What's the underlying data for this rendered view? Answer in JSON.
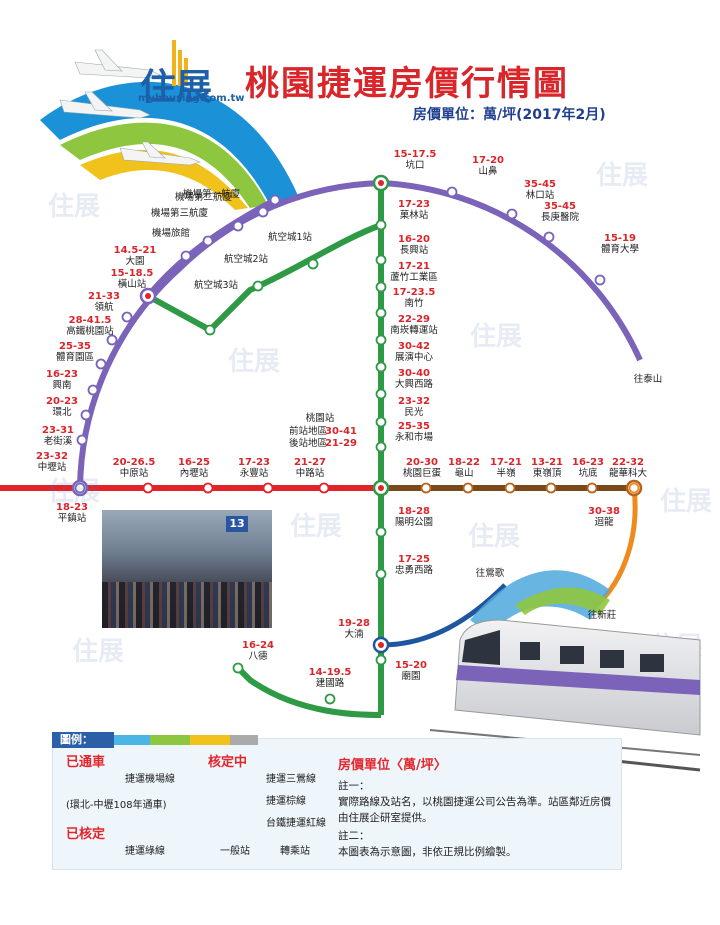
{
  "brand": {
    "name": "住展",
    "url": "myhousing.com.tw"
  },
  "title": "桃園捷運房價行情圖",
  "subtitle": "房價單位：萬/坪(2017年2月)",
  "watermark": "住展",
  "colors": {
    "airport_line": "#7a63b8",
    "green_line": "#2e9a45",
    "sanying_line": "#1f56a0",
    "brown_line": "#b5641e",
    "red_line": "#e0242a",
    "orange_line": "#f08a1e"
  },
  "airport_stations": [
    {
      "name": "機場第一航廈",
      "price": ""
    },
    {
      "name": "機場第二航廈",
      "price": ""
    },
    {
      "name": "機場第三航廈",
      "price": ""
    },
    {
      "name": "機場旅館",
      "price": ""
    },
    {
      "name": "大園",
      "price": "14.5-21"
    },
    {
      "name": "橫山站",
      "price": "15-18.5"
    },
    {
      "name": "領航",
      "price": "21-33"
    },
    {
      "name": "高鐵桃園站",
      "price": "28-41.5"
    },
    {
      "name": "體育園區",
      "price": "25-35"
    },
    {
      "name": "興南",
      "price": "16-23"
    },
    {
      "name": "環北",
      "price": "20-23"
    },
    {
      "name": "老街溪",
      "price": "23-31"
    },
    {
      "name": "中壢站",
      "price": "23-32"
    }
  ],
  "pingzhen": {
    "name": "平鎮站",
    "price": "18-23"
  },
  "upper_stations": [
    {
      "name": "坑口",
      "price": "15-17.5"
    },
    {
      "name": "山鼻",
      "price": "17-20"
    },
    {
      "name": "林口站",
      "price": "35-45"
    },
    {
      "name": "長庚醫院",
      "price": "35-45"
    },
    {
      "name": "體育大學",
      "price": "15-19"
    }
  ],
  "taishan": "往泰山",
  "green_left": [
    {
      "name": "航空城1站",
      "price": ""
    },
    {
      "name": "航空城2站",
      "price": ""
    },
    {
      "name": "航空城3站",
      "price": ""
    }
  ],
  "green_stations": [
    {
      "name": "菓林站",
      "price": "17-23"
    },
    {
      "name": "長興站",
      "price": "16-20"
    },
    {
      "name": "蘆竹工業區",
      "price": "17-21"
    },
    {
      "name": "南竹",
      "price": "17-23.5"
    },
    {
      "name": "南崁轉運站",
      "price": "22-29"
    },
    {
      "name": "展演中心",
      "price": "30-42"
    },
    {
      "name": "大興西路",
      "price": "30-40"
    },
    {
      "name": "民光",
      "price": "23-32"
    },
    {
      "name": "永和市場",
      "price": "25-35"
    }
  ],
  "taoyuan_station": {
    "name": "桃園站",
    "front": "前站地區",
    "front_price": "30-41",
    "back": "後站地區",
    "back_price": "21-29"
  },
  "green_south": [
    {
      "name": "陽明公園",
      "price": "18-28"
    },
    {
      "name": "忠勇西路",
      "price": "17-25"
    },
    {
      "name": "大湳",
      "price": "19-28"
    },
    {
      "name": "廟園",
      "price": "15-20"
    },
    {
      "name": "建國路",
      "price": "14-19.5"
    },
    {
      "name": "八德",
      "price": "16-24"
    }
  ],
  "red_stations": [
    {
      "name": "中原站",
      "price": "20-26.5"
    },
    {
      "name": "內壢站",
      "price": "16-25"
    },
    {
      "name": "永豐站",
      "price": "17-23"
    },
    {
      "name": "中路站",
      "price": "21-27"
    }
  ],
  "brown_stations": [
    {
      "name": "桃園巨蛋",
      "price": "20-30"
    },
    {
      "name": "龜山",
      "price": "18-22"
    },
    {
      "name": "半嶺",
      "price": "17-21"
    },
    {
      "name": "東嶺頂",
      "price": "13-21"
    },
    {
      "name": "坑底",
      "price": "16-23"
    },
    {
      "name": "龍華科大",
      "price": "22-32"
    }
  ],
  "orange_station": {
    "name": "迴龍",
    "price": "30-38"
  },
  "to_yingge": "往鶯歌",
  "to_xinzhuang": "往新莊",
  "photo_sign": "13",
  "legend": {
    "tab": "圖例：",
    "opened": "已通車",
    "airport_label": "捷運機場線",
    "airport_note": "(環北-中壢108年通車)",
    "approved": "已核定",
    "green_label": "捷運綠線",
    "pending": "核定中",
    "sanying_label": "捷運三鶯線",
    "brown_label": "捷運棕線",
    "red_label": "台鐵捷運紅線",
    "normal_station": "一般站",
    "transfer_station": "轉乘站",
    "unit_title": "房價單位〈萬/坪〉",
    "note1_title": "註一：",
    "note1_line1": "實際路線及站名，以桃園捷運公司公告為準。站區鄰近房價",
    "note1_line2": "由住展企研室提供。",
    "note2_title": "註二：",
    "note2_line1": "本圖表為示意圖，非依正規比例繪製。"
  }
}
